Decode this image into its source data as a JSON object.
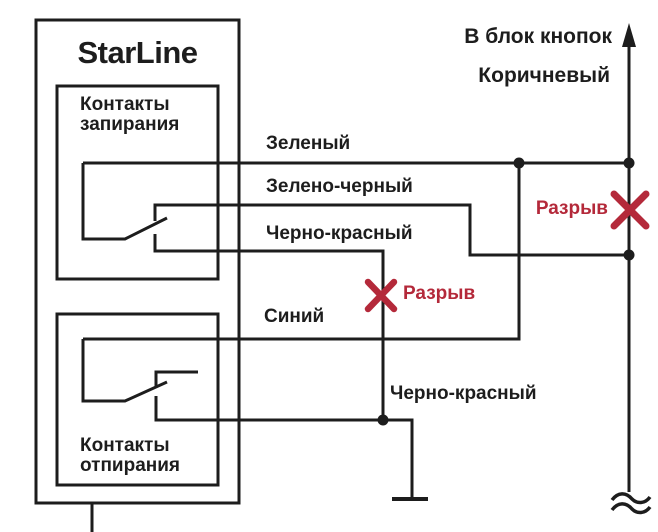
{
  "colors": {
    "background": "#ffffff",
    "line": "#1d1d1d",
    "text": "#1d1d1d",
    "break_red": "#b4293a"
  },
  "unit": {
    "logo": "StarLine",
    "lock_contacts_label": "Контакты\nзапирания",
    "unlock_contacts_label": "Контакты\nотпирания"
  },
  "wires": {
    "green": "Зеленый",
    "green_black": "Зелено-черный",
    "black_red_upper": "Черно-красный",
    "blue": "Синий",
    "black_red_lower": "Черно-красный",
    "brown": "Коричневый"
  },
  "annotations": {
    "to_button_block": "В блок кнопок",
    "break_upper": "Разрыв",
    "break_lower": "Разрыв"
  },
  "icons": {
    "direction_arrow": "arrow-up",
    "junction": "filled-dot",
    "break_mark": "x-cross",
    "ground": "ground-stub",
    "wire_continuation": "double-tilde"
  }
}
